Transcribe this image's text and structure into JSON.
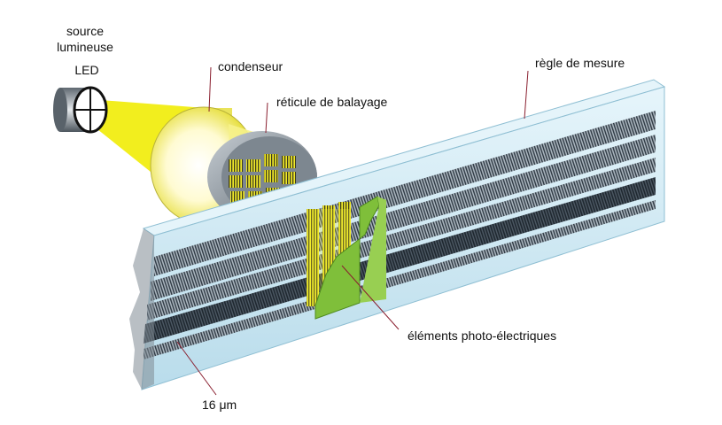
{
  "labels": {
    "source_line1": "source",
    "source_line2": "lumineuse",
    "led": "LED",
    "condenser": "condenseur",
    "reticle": "réticule de balayage",
    "scale": "règle de mesure",
    "photo_elements": "éléments photo-électriques",
    "pitch": "16 μm"
  },
  "colors": {
    "light_beam": "#f2ee1e",
    "condenser_glass": "#ffffcc",
    "scale_glass": "#cfeaf4",
    "scale_edge": "#9cc7db",
    "grating_dark": "#2f3a44",
    "grating_light": "#9aa6b1",
    "photo_element": "#8cc63f",
    "reticle_ring": "#8a949e"
  }
}
